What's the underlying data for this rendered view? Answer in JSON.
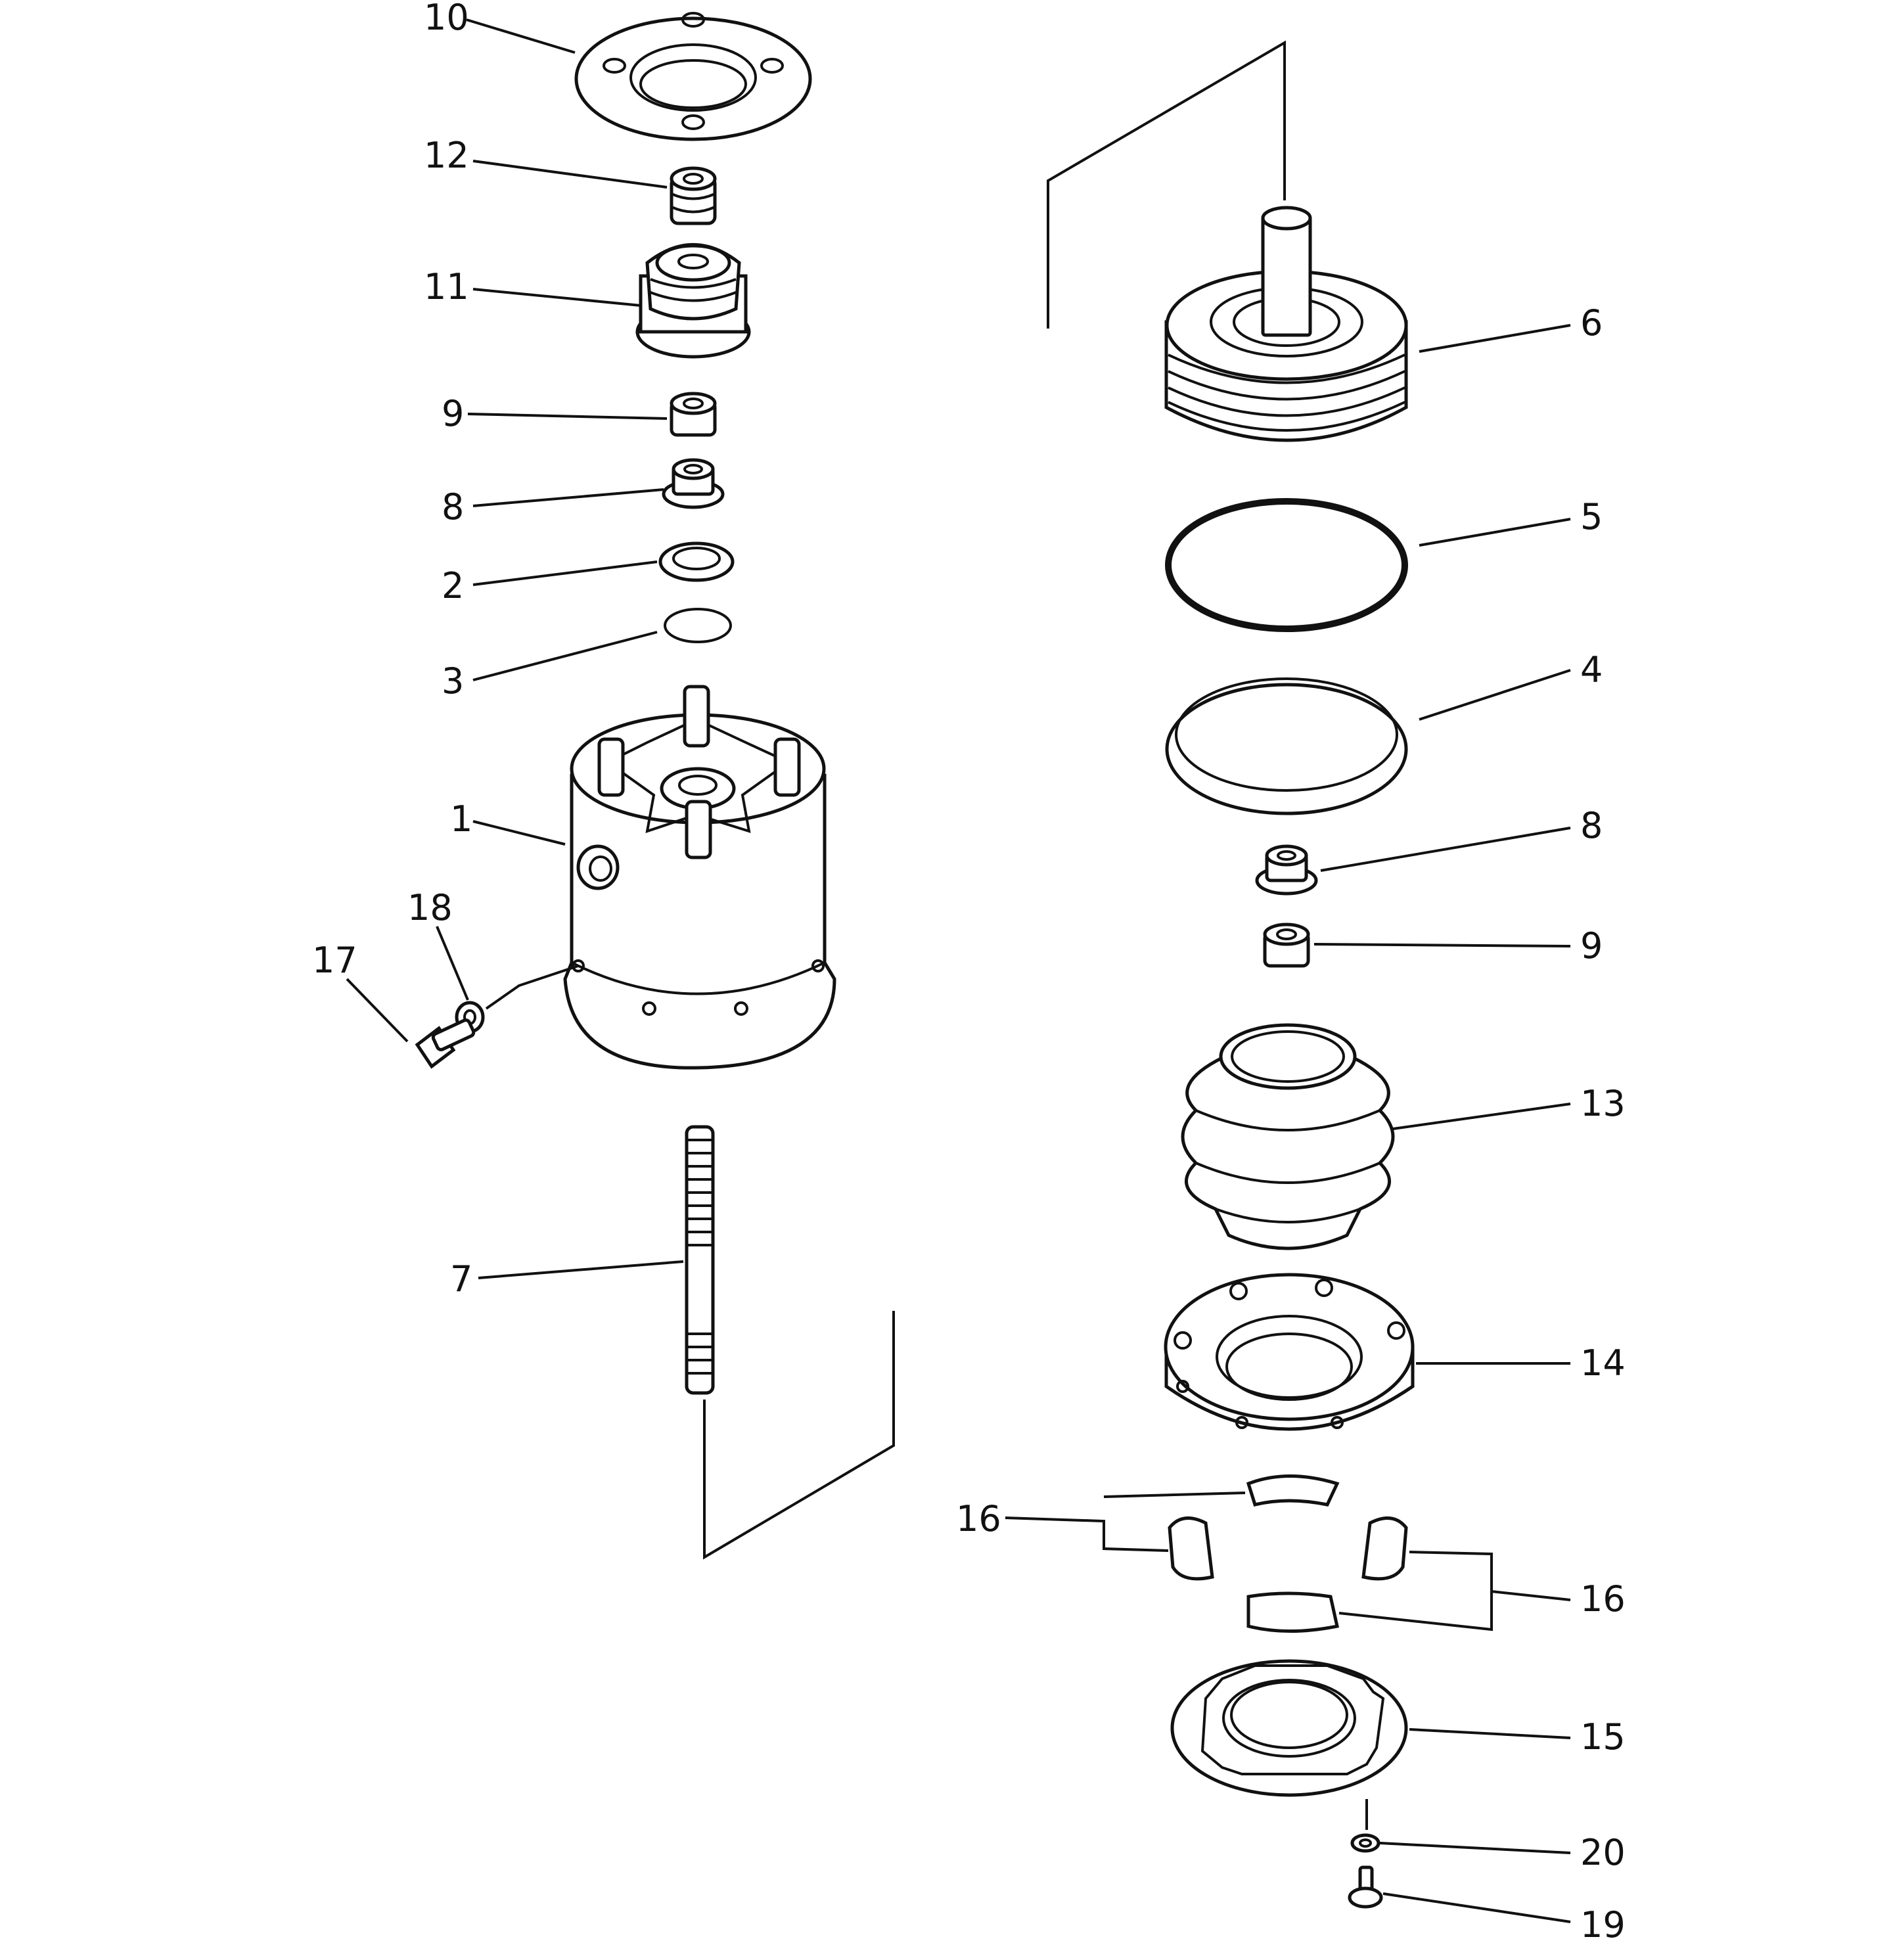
{
  "labels": {
    "p10": "10",
    "p12": "12",
    "p11": "11",
    "p9a": "9",
    "p8a": "8",
    "p2": "2",
    "p3": "3",
    "p1": "1",
    "p18": "18",
    "p17": "17",
    "p7": "7",
    "p6": "6",
    "p5": "5",
    "p4": "4",
    "p8b": "8",
    "p9b": "9",
    "p13": "13",
    "p14": "14",
    "p16a": "16",
    "p16b": "16",
    "p15": "15",
    "p20": "20",
    "p19": "19"
  }
}
